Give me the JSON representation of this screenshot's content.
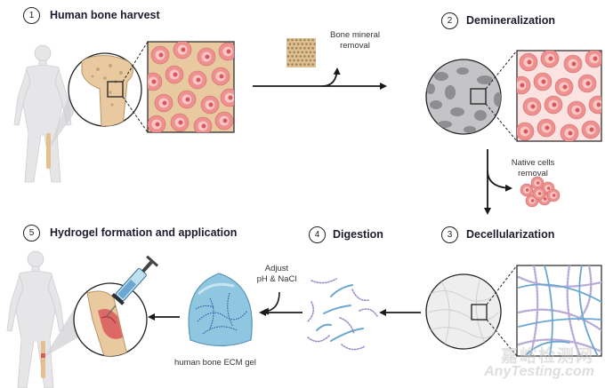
{
  "steps": [
    {
      "number": "1",
      "title": "Human bone harvest"
    },
    {
      "number": "2",
      "title": "Demineralization"
    },
    {
      "number": "3",
      "title": "Decellularization"
    },
    {
      "number": "4",
      "title": "Digestion"
    },
    {
      "number": "5",
      "title": "Hydrogel formation and application"
    }
  ],
  "notes": {
    "bone_mineral_removal": [
      "Bone mineral",
      "removal"
    ],
    "native_cells_removal": [
      "Native cells",
      "removal"
    ],
    "adjust_ph": [
      "Adjust",
      "pH & NaCl"
    ]
  },
  "captions": {
    "gel": "human bone ECM gel"
  },
  "watermark": {
    "cn": "嘉峪检测网",
    "en": "AnyTesting.com"
  },
  "colors": {
    "bone_tissue": "#e9c9a0",
    "cells_pink": "#ef8f8e",
    "cells_dark": "#d9585c",
    "collagen_blue": "#6aa7d1",
    "gel_blue": "#8fc6e0",
    "arrow": "#1a1a1a"
  }
}
